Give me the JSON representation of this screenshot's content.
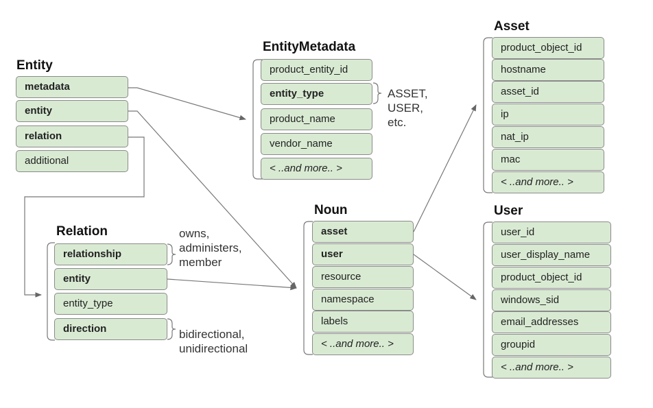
{
  "entity": {
    "title": "Entity",
    "fields": [
      {
        "label": "metadata",
        "bold": true
      },
      {
        "label": "entity",
        "bold": true
      },
      {
        "label": "relation",
        "bold": true
      },
      {
        "label": "additional",
        "bold": false
      }
    ]
  },
  "entity_metadata": {
    "title": "EntityMetadata",
    "fields": [
      {
        "label": "product_entity_id",
        "bold": false
      },
      {
        "label": "entity_type",
        "bold": true
      },
      {
        "label": "product_name",
        "bold": false
      },
      {
        "label": "vendor_name",
        "bold": false
      },
      {
        "label": "< ..and more.. >",
        "bold": false
      }
    ],
    "entity_type_values": [
      "ASSET,",
      "USER,",
      "etc."
    ]
  },
  "asset": {
    "title": "Asset",
    "fields": [
      {
        "label": "product_object_id",
        "bold": false
      },
      {
        "label": "hostname",
        "bold": false
      },
      {
        "label": "asset_id",
        "bold": false
      },
      {
        "label": "ip",
        "bold": false
      },
      {
        "label": "nat_ip",
        "bold": false
      },
      {
        "label": "mac",
        "bold": false
      },
      {
        "label": "< ..and more.. >",
        "bold": false
      }
    ]
  },
  "noun": {
    "title": "Noun",
    "fields": [
      {
        "label": "asset",
        "bold": true
      },
      {
        "label": "user",
        "bold": true
      },
      {
        "label": "resource",
        "bold": false
      },
      {
        "label": "namespace",
        "bold": false
      },
      {
        "label": "labels",
        "bold": false
      },
      {
        "label": "< ..and more.. >",
        "bold": false
      }
    ]
  },
  "user": {
    "title": "User",
    "fields": [
      {
        "label": "user_id",
        "bold": false
      },
      {
        "label": "user_display_name",
        "bold": false
      },
      {
        "label": "product_object_id",
        "bold": false
      },
      {
        "label": "windows_sid",
        "bold": false
      },
      {
        "label": "email_addresses",
        "bold": false
      },
      {
        "label": "groupid",
        "bold": false
      },
      {
        "label": "< ..and more.. >",
        "bold": false
      }
    ]
  },
  "relation": {
    "title": "Relation",
    "fields": [
      {
        "label": "relationship",
        "bold": true
      },
      {
        "label": "entity",
        "bold": true
      },
      {
        "label": "entity_type",
        "bold": false
      },
      {
        "label": "direction",
        "bold": true
      }
    ],
    "relationship_values": [
      "owns,",
      "administers,",
      "member"
    ],
    "direction_values": [
      "bidirectional,",
      "unidirectional"
    ]
  }
}
